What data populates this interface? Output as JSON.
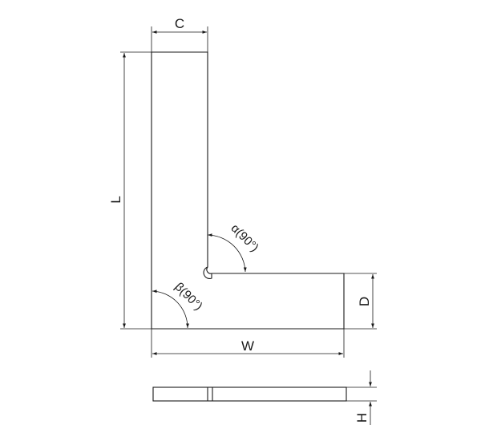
{
  "dimensions": {
    "width_label": "C",
    "length_label": "L",
    "base_width_label": "W",
    "base_height_label": "D",
    "thickness_label": "H"
  },
  "angles": {
    "inner_label": "α(90°)",
    "outer_label": "β(90°)"
  }
}
